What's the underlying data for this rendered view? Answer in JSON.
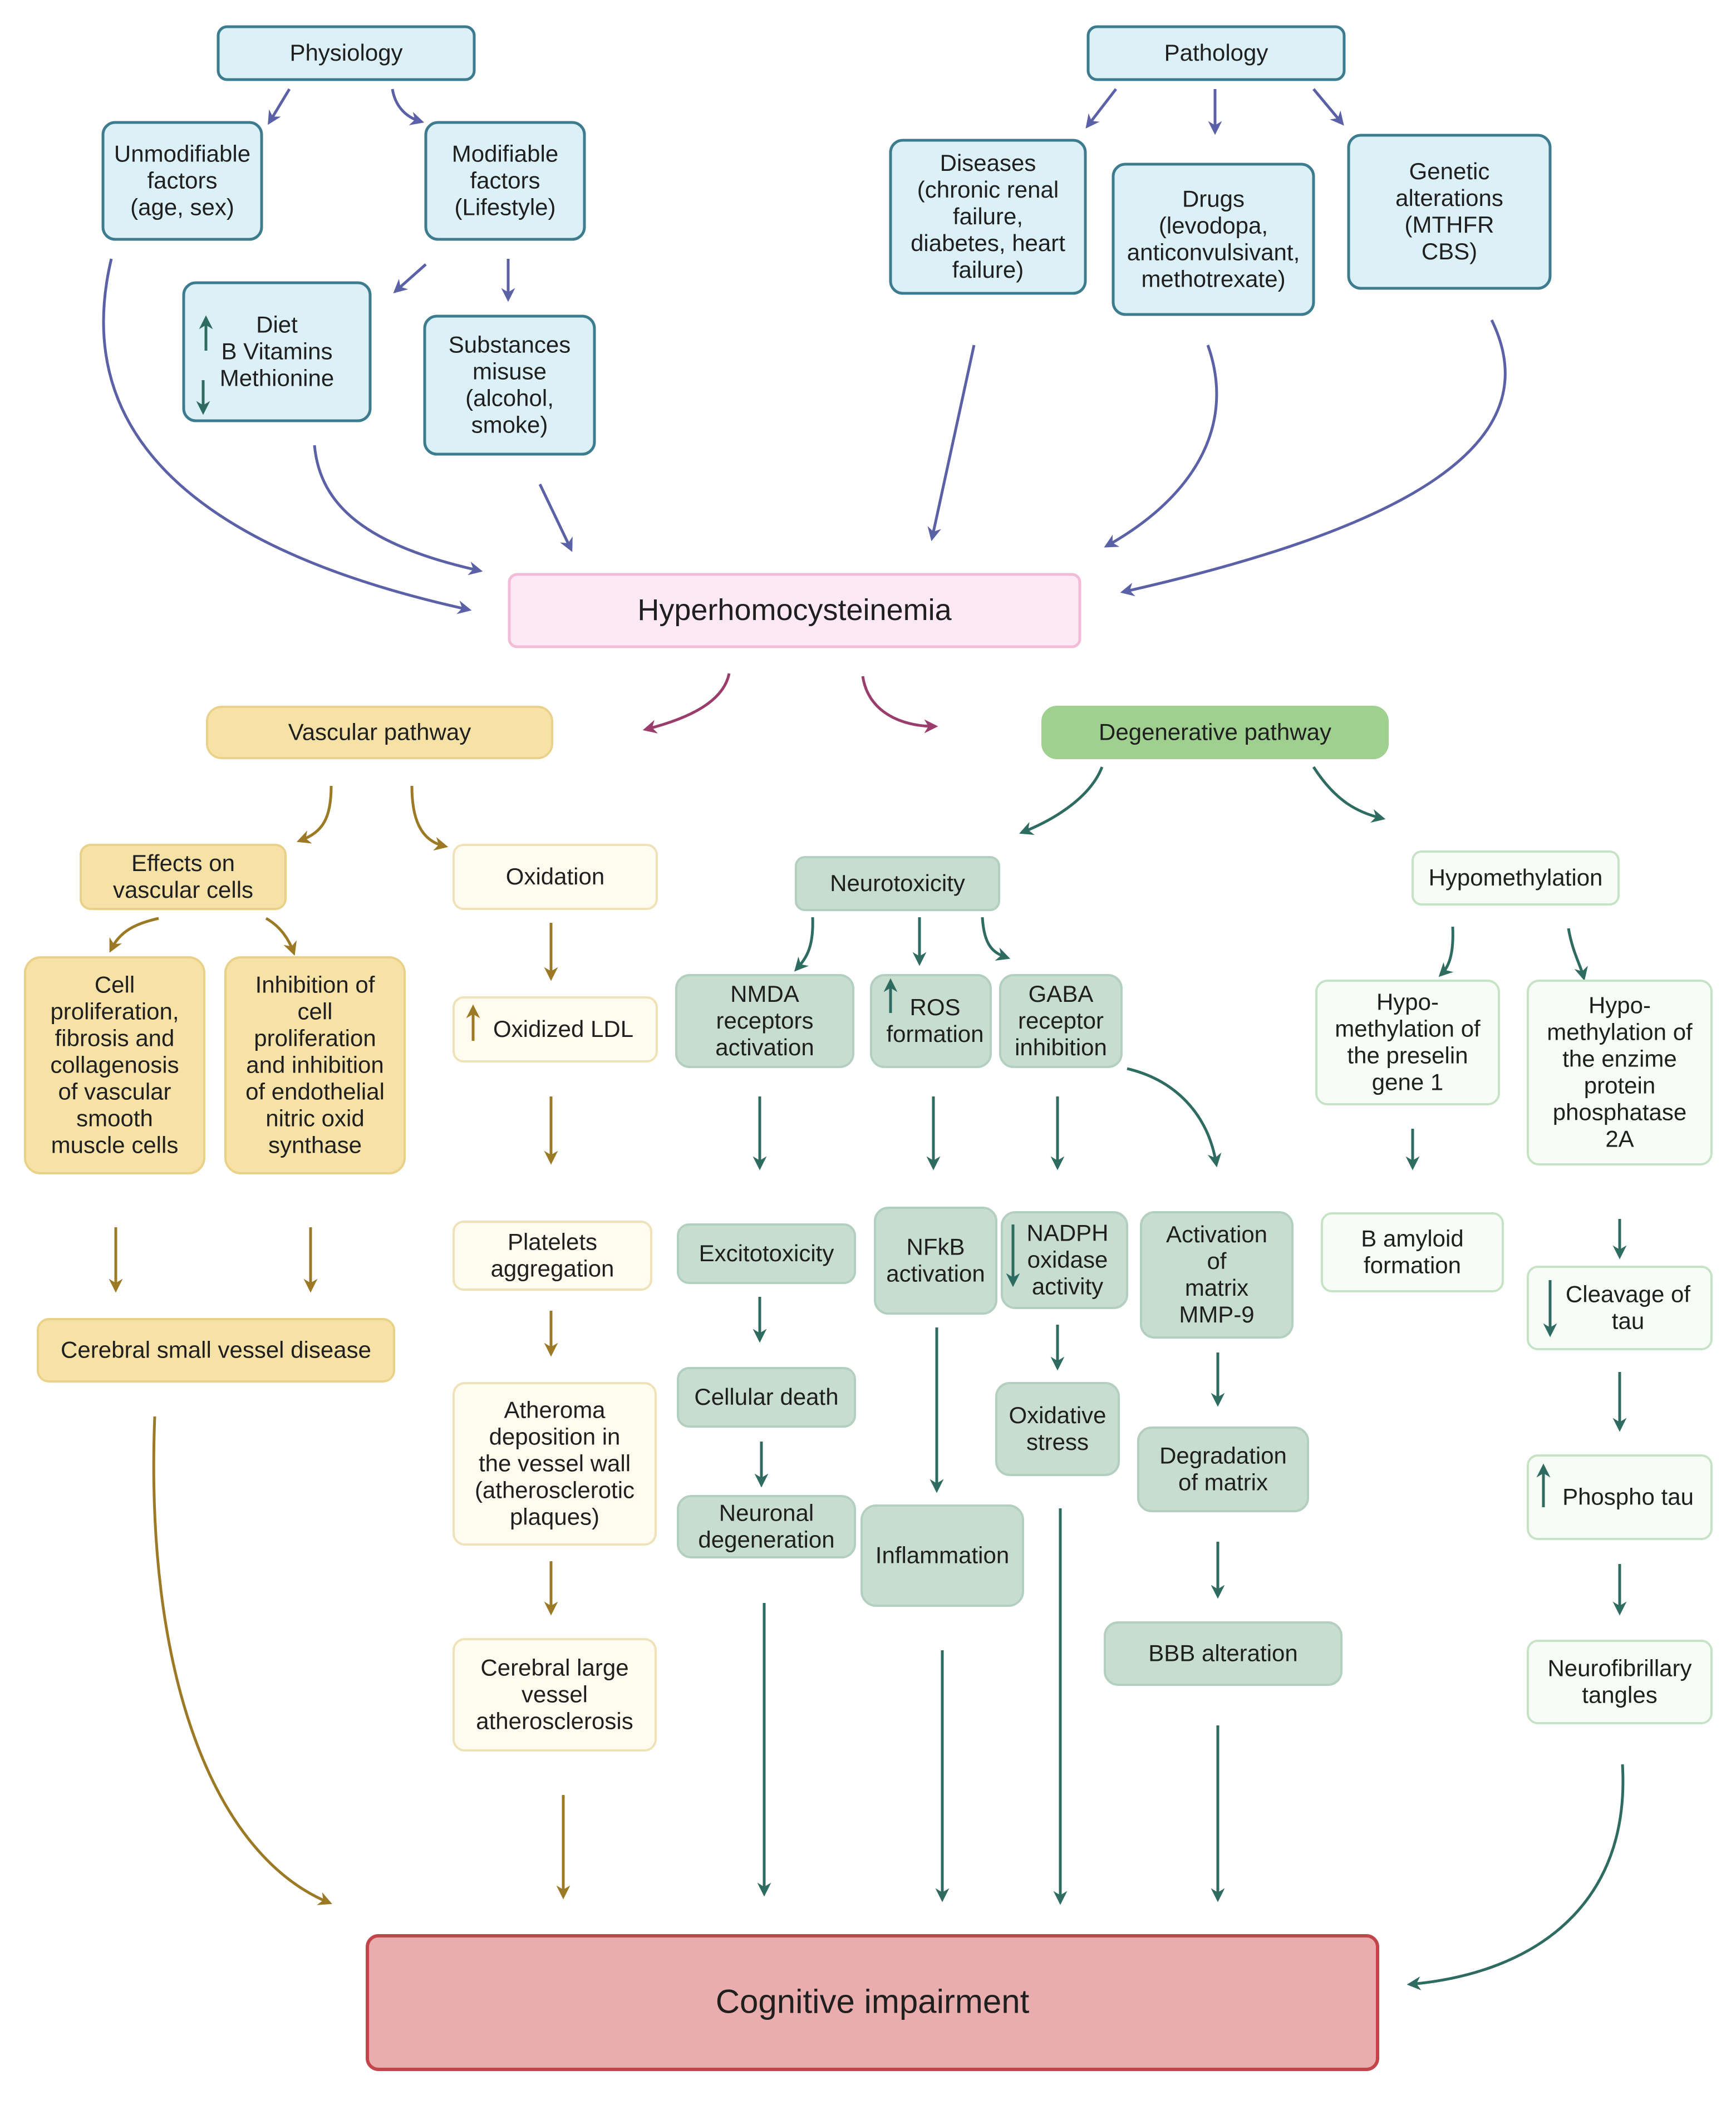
{
  "colors": {
    "blue_fill": "#dcf1f7",
    "blue_stroke": "#3d7b8f",
    "blue_arrow": "#5a61a6",
    "pink_fill": "#fde9f3",
    "pink_stroke": "#f2bcd6",
    "pink_text": "#8f2f6a",
    "pink_arrow": "#9b3d6c",
    "gold_fill": "#f6e2a6",
    "gold_stroke": "#ead18a",
    "gold_arrow": "#9c7a25",
    "cream_fill": "#fffbee",
    "cream_stroke": "#efe2b8",
    "sage_fill": "#c6ddd0",
    "sage_stroke": "#b2cfbf",
    "teal_arrow": "#2e6b60",
    "green_fill": "#9fd08f",
    "mint_fill": "#f7fcf7",
    "mint_stroke": "#c6e3c6",
    "red_fill": "#eaadad",
    "red_stroke": "#c2454a",
    "red_text": "#b03038"
  },
  "nodes": {
    "physiology": [
      "Physiology"
    ],
    "pathology": [
      "Pathology"
    ],
    "unmodifiable": [
      "Unmodifiable",
      "factors",
      "(age, sex)"
    ],
    "modifiable": [
      "Modifiable",
      "factors",
      "(Lifestyle)"
    ],
    "diet": [
      "Diet",
      "B Vitamins",
      "Methionine"
    ],
    "substances": [
      "Substances",
      "misuse",
      "(alcohol,",
      "smoke)"
    ],
    "diseases": [
      "Diseases",
      "(chronic renal",
      "failure,",
      "diabetes, heart",
      "failure)"
    ],
    "drugs": [
      "Drugs",
      "(levodopa,",
      "anticonvulsivant,",
      "methotrexate)"
    ],
    "genetic": [
      "Genetic",
      "alterations",
      "(MTHFR",
      "CBS)"
    ],
    "hyper": [
      "Hyperhomocysteinemia"
    ],
    "vascular": [
      "Vascular pathway"
    ],
    "degenerative": [
      "Degenerative pathway"
    ],
    "effects": [
      "Effects on",
      "vascular cells"
    ],
    "oxidation": [
      "Oxidation"
    ],
    "neurotox": [
      "Neurotoxicity"
    ],
    "hypometh": [
      "Hypomethylation"
    ],
    "cellprolif": [
      "Cell",
      "proliferation,",
      "fibrosis and",
      "collagenosis",
      "of vascular",
      "smooth",
      "muscle cells"
    ],
    "inhibition": [
      "Inhibition of",
      "cell",
      "proliferation",
      "and inhibition",
      "of endothelial",
      "nitric oxid",
      "synthase"
    ],
    "oxldl": [
      "Oxidized LDL"
    ],
    "nmda": [
      "NMDA",
      "receptors",
      "activation"
    ],
    "ros": [
      "ROS",
      "formation"
    ],
    "gaba": [
      "GABA",
      "receptor",
      "inhibition"
    ],
    "hypopres": [
      "Hypo-",
      "methylation of",
      "the preselin",
      "gene 1"
    ],
    "hypoenz": [
      "Hypo-",
      "methylation of",
      "the enzime",
      "protein",
      "phosphatase",
      "2A"
    ],
    "csvd": [
      "Cerebral small vessel disease"
    ],
    "platelets": [
      "Platelets",
      "aggregation"
    ],
    "excito": [
      "Excitotoxicity"
    ],
    "nfkb": [
      "NFkB",
      "activation"
    ],
    "nadph": [
      "NADPH",
      "oxidase",
      "activity"
    ],
    "mmp9": [
      "Activation",
      "of",
      "matrix",
      "MMP-9"
    ],
    "bamyloid": [
      "B amyloid",
      "formation"
    ],
    "cleavage": [
      "Cleavage of",
      "tau"
    ],
    "atheroma": [
      "Atheroma",
      "deposition in",
      "the vessel wall",
      "(atherosclerotic",
      "plaques)"
    ],
    "celldeath": [
      "Cellular death"
    ],
    "oxstress": [
      "Oxidative",
      "stress"
    ],
    "degmatrix": [
      "Degradation",
      "of matrix"
    ],
    "phospho": [
      "Phospho tau"
    ],
    "neurodeg": [
      "Neuronal",
      "degeneration"
    ],
    "inflam": [
      "Inflammation"
    ],
    "bbb": [
      "BBB alteration"
    ],
    "clva": [
      "Cerebral large",
      "vessel",
      "atherosclerosis"
    ],
    "nft": [
      "Neurofibrillary",
      "tangles"
    ],
    "cognitive": [
      "Cognitive impairment"
    ]
  }
}
